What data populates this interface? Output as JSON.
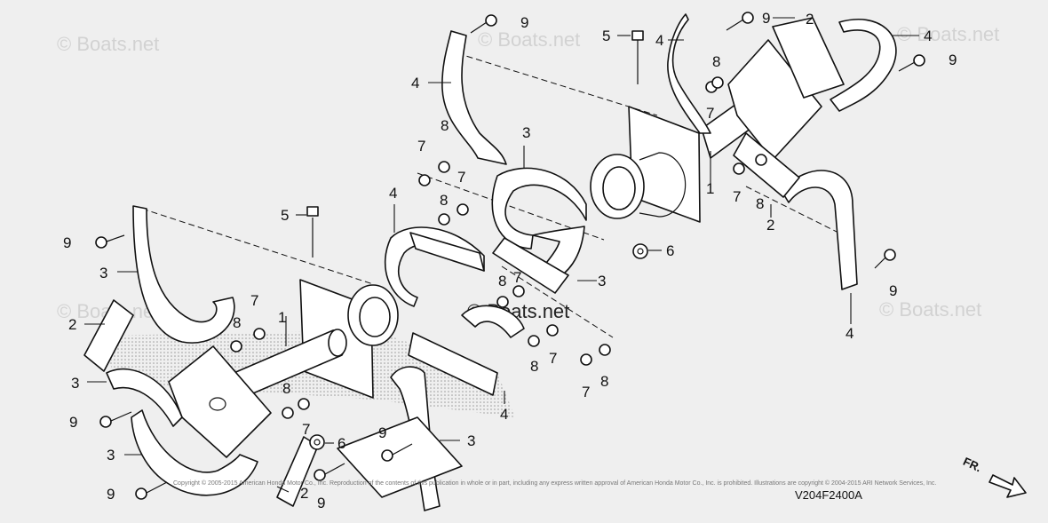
{
  "watermark": "© Boats.net",
  "diagram_code": "V204F2400A",
  "direction_label": "FR.",
  "copyright": "Copyright © 2005-2015 American Honda Motor Co., Inc. Reproduction of the contents of this publication in whole or in part, including any express written approval of American Honda Motor Co., Inc. is prohibited. Illustrations are copyright © 2004-2015 ARI Network Services, Inc.",
  "callouts": [
    {
      "id": "c1",
      "label": "1"
    },
    {
      "id": "c2",
      "label": "1"
    },
    {
      "id": "c3",
      "label": "2"
    },
    {
      "id": "c4",
      "label": "2"
    },
    {
      "id": "c5",
      "label": "2"
    },
    {
      "id": "c6",
      "label": "2"
    },
    {
      "id": "c7",
      "label": "3"
    },
    {
      "id": "c8",
      "label": "3"
    },
    {
      "id": "c9",
      "label": "3"
    },
    {
      "id": "c10",
      "label": "3"
    },
    {
      "id": "c11",
      "label": "3"
    },
    {
      "id": "c12",
      "label": "3"
    },
    {
      "id": "c13",
      "label": "4"
    },
    {
      "id": "c14",
      "label": "4"
    },
    {
      "id": "c15",
      "label": "4"
    },
    {
      "id": "c16",
      "label": "4"
    },
    {
      "id": "c17",
      "label": "4"
    },
    {
      "id": "c18",
      "label": "4"
    },
    {
      "id": "c19",
      "label": "5"
    },
    {
      "id": "c20",
      "label": "5"
    },
    {
      "id": "c21",
      "label": "6"
    },
    {
      "id": "c22",
      "label": "6"
    },
    {
      "id": "c23",
      "label": "7"
    },
    {
      "id": "c24",
      "label": "7"
    },
    {
      "id": "c25",
      "label": "7"
    },
    {
      "id": "c26",
      "label": "7"
    },
    {
      "id": "c27",
      "label": "7"
    },
    {
      "id": "c28",
      "label": "7"
    },
    {
      "id": "c29",
      "label": "7"
    },
    {
      "id": "c30",
      "label": "7"
    },
    {
      "id": "c31",
      "label": "7"
    },
    {
      "id": "c32",
      "label": "8"
    },
    {
      "id": "c33",
      "label": "8"
    },
    {
      "id": "c34",
      "label": "8"
    },
    {
      "id": "c35",
      "label": "8"
    },
    {
      "id": "c36",
      "label": "8"
    },
    {
      "id": "c37",
      "label": "8"
    },
    {
      "id": "c38",
      "label": "8"
    },
    {
      "id": "c39",
      "label": "8"
    },
    {
      "id": "c40",
      "label": "8"
    },
    {
      "id": "c41",
      "label": "9"
    },
    {
      "id": "c42",
      "label": "9"
    },
    {
      "id": "c43",
      "label": "9"
    },
    {
      "id": "c44",
      "label": "9"
    },
    {
      "id": "c45",
      "label": "9"
    },
    {
      "id": "c46",
      "label": "9"
    },
    {
      "id": "c47",
      "label": "9"
    },
    {
      "id": "c48",
      "label": "9"
    },
    {
      "id": "c49",
      "label": "9"
    }
  ]
}
